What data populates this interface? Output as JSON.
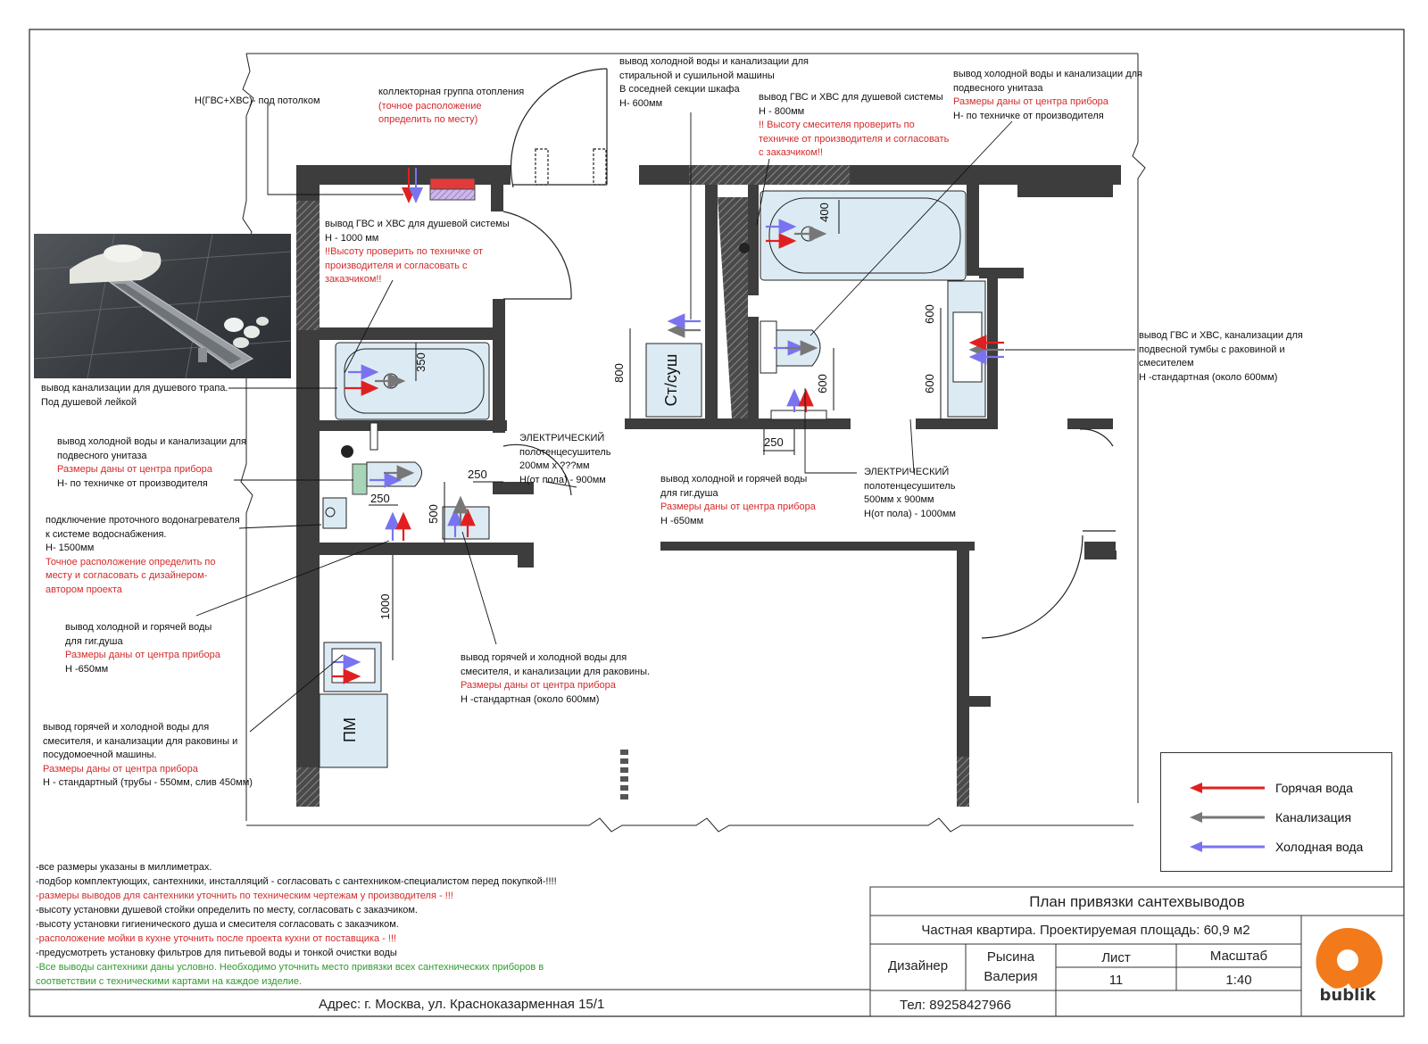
{
  "annotations": {
    "a_gvs_ceiling": [
      "Н(ГВС+ХВС)- под потолком"
    ],
    "a_collector": [
      "коллекторная группа отопления"
    ],
    "a_collector_red": [
      "(точное расположение",
      "определить по месту)"
    ],
    "a_washer": [
      "вывод холодной воды и канализации для",
      "стиральной и сушильной машины",
      "В соседней секции шкафа",
      "Н- 600мм"
    ],
    "a_shower2": [
      "вывод ГВС и ХВС для душевой системы",
      "Н - 800мм"
    ],
    "a_shower2_red": [
      "!! Высоту смесителя проверить по",
      "техничке от производителя и согласовать",
      "с заказчиком!!"
    ],
    "a_wc2": [
      "вывод холодной воды и канализации для",
      "подвесного унитаза"
    ],
    "a_wc2_red": [
      "Размеры даны от центра прибора"
    ],
    "a_wc2_b": [
      "Н- по техничке от производителя"
    ],
    "a_shower1": [
      "вывод ГВС и ХВС для душевой системы",
      "Н - 1000 мм"
    ],
    "a_shower1_red": [
      "!!Высоту проверить по техничке от",
      "производителя и согласовать с",
      "заказчиком!!"
    ],
    "a_drain": [
      "вывод канализации для душевого трапа.",
      "Под душевой лейкой"
    ],
    "a_wc1": [
      "вывод холодной воды и канализации для",
      "подвесного унитаза"
    ],
    "a_wc1_red": [
      "Размеры даны от центра прибора"
    ],
    "a_wc1_b": [
      "Н- по техничке от производителя"
    ],
    "a_heater": [
      "подключение проточного водонагревателя",
      "к системе водоснабжения.",
      "Н- 1500мм"
    ],
    "a_heater_red": [
      "Точное расположение определить по",
      "месту и согласовать с дизайнером-",
      "автором проекта"
    ],
    "a_hyg1": [
      "вывод холодной  и горячей воды",
      "для гиг.душа"
    ],
    "a_hyg1_red": [
      "Размеры даны от центра прибора"
    ],
    "a_hyg1_b": [
      "Н -650мм"
    ],
    "a_kitchen": [
      "вывод горячей и холодной воды для",
      "смесителя, и канализации для раковины и",
      "посудомоечной машины."
    ],
    "a_kitchen_red": [
      "Размеры даны от центра прибора"
    ],
    "a_kitchen_b": [
      "Н - стандартный (трубы - 550мм, слив 450мм)"
    ],
    "a_towel1": [
      "ЭЛЕКТРИЧЕСКИЙ",
      "полотенцесушитель",
      "200мм х ???мм",
      "Н(от пола) - 900мм"
    ],
    "a_sink1": [
      "вывод горячей и холодной воды для",
      "смесителя, и канализации для раковины."
    ],
    "a_sink1_red": [
      "Размеры даны от центра прибора"
    ],
    "a_sink1_b": [
      "Н -стандартная (около 600мм)"
    ],
    "a_hyg2": [
      "вывод холодной  и горячей воды",
      "для гиг.душа"
    ],
    "a_hyg2_red": [
      "Размеры даны от центра прибора"
    ],
    "a_hyg2_b": [
      "Н -650мм"
    ],
    "a_towel2": [
      "ЭЛЕКТРИЧЕСКИЙ",
      "полотенцесушитель",
      "500мм х 900мм",
      "Н(от пола) - 1000мм"
    ],
    "a_vanity": [
      "вывод ГВС и ХВС, канализации для",
      "подвесной тумбы с раковиной и",
      "смесителем",
      "Н -стандартная (около 600мм)"
    ]
  },
  "dimensions": {
    "d350": "350",
    "d400": "400",
    "d800": "800",
    "d600a": "600",
    "d600b": "600",
    "d600c": "600",
    "d250a": "250",
    "d250b": "250",
    "d250c": "250",
    "d500": "500",
    "d1000": "1000"
  },
  "labels": {
    "washer_dryer": "Ст/суш",
    "dishwasher": "ПМ"
  },
  "notes": [
    {
      "text": "-все размеры указаны в миллиметрах.",
      "color": "blk"
    },
    {
      "text": "-подбор комплектующих, сантехники, инсталляций - согласовать с сантехником-специалистом перед покупкой-!!!!",
      "color": "blk"
    },
    {
      "text": "-размеры выводов для сантехники уточнить по техническим чертежам у производителя - !!!",
      "color": "red"
    },
    {
      "text": "-высоту установки душевой стойки определить по месту, согласовать с заказчиком.",
      "color": "blk"
    },
    {
      "text": "-высоту установки гигиенического душа и смесителя согласовать с заказчиком.",
      "color": "blk"
    },
    {
      "text": "-расположение мойки в кухне уточнить после проекта кухни от поставщика - !!!",
      "color": "red"
    },
    {
      "text": "-предусмотреть установку фильтров для питьевой воды и тонкой очистки воды",
      "color": "blk"
    },
    {
      "text": "-Все выводы сантехники даны условно. Необходимо уточнить место привязки всех сантехнических приборов в",
      "color": "green"
    },
    {
      "text": "соответствии с техническими картами на каждое изделие.",
      "color": "green"
    }
  ],
  "legend": {
    "hot": "Горячая вода",
    "sewer": "Канализация",
    "cold": "Холодная вода"
  },
  "title_block": {
    "title": "План привязки сантехвыводов",
    "subtitle": "Частная квартира. Проектируемая площадь: 60,9 м2",
    "designer_label": "Дизайнер",
    "designer_name_1": "Рысина",
    "designer_name_2": "Валерия",
    "sheet_label": "Лист",
    "sheet_value": "11",
    "scale_label": "Масштаб",
    "scale_value": "1:40",
    "address": "Адрес: г. Москва, ул. Красноказарменная 15/1",
    "phone": "Тел: 89258427966",
    "logo_text": "bublik"
  },
  "colors": {
    "wall": "#3d3d3d",
    "hot": "#e02020",
    "cold": "#7a73f0",
    "sewer": "#777777",
    "fixture": "#dcebf3",
    "hatch": "#555555",
    "note_red": "#d42a2a",
    "note_green": "#2e9a2e",
    "logo": "#f27a1a"
  }
}
